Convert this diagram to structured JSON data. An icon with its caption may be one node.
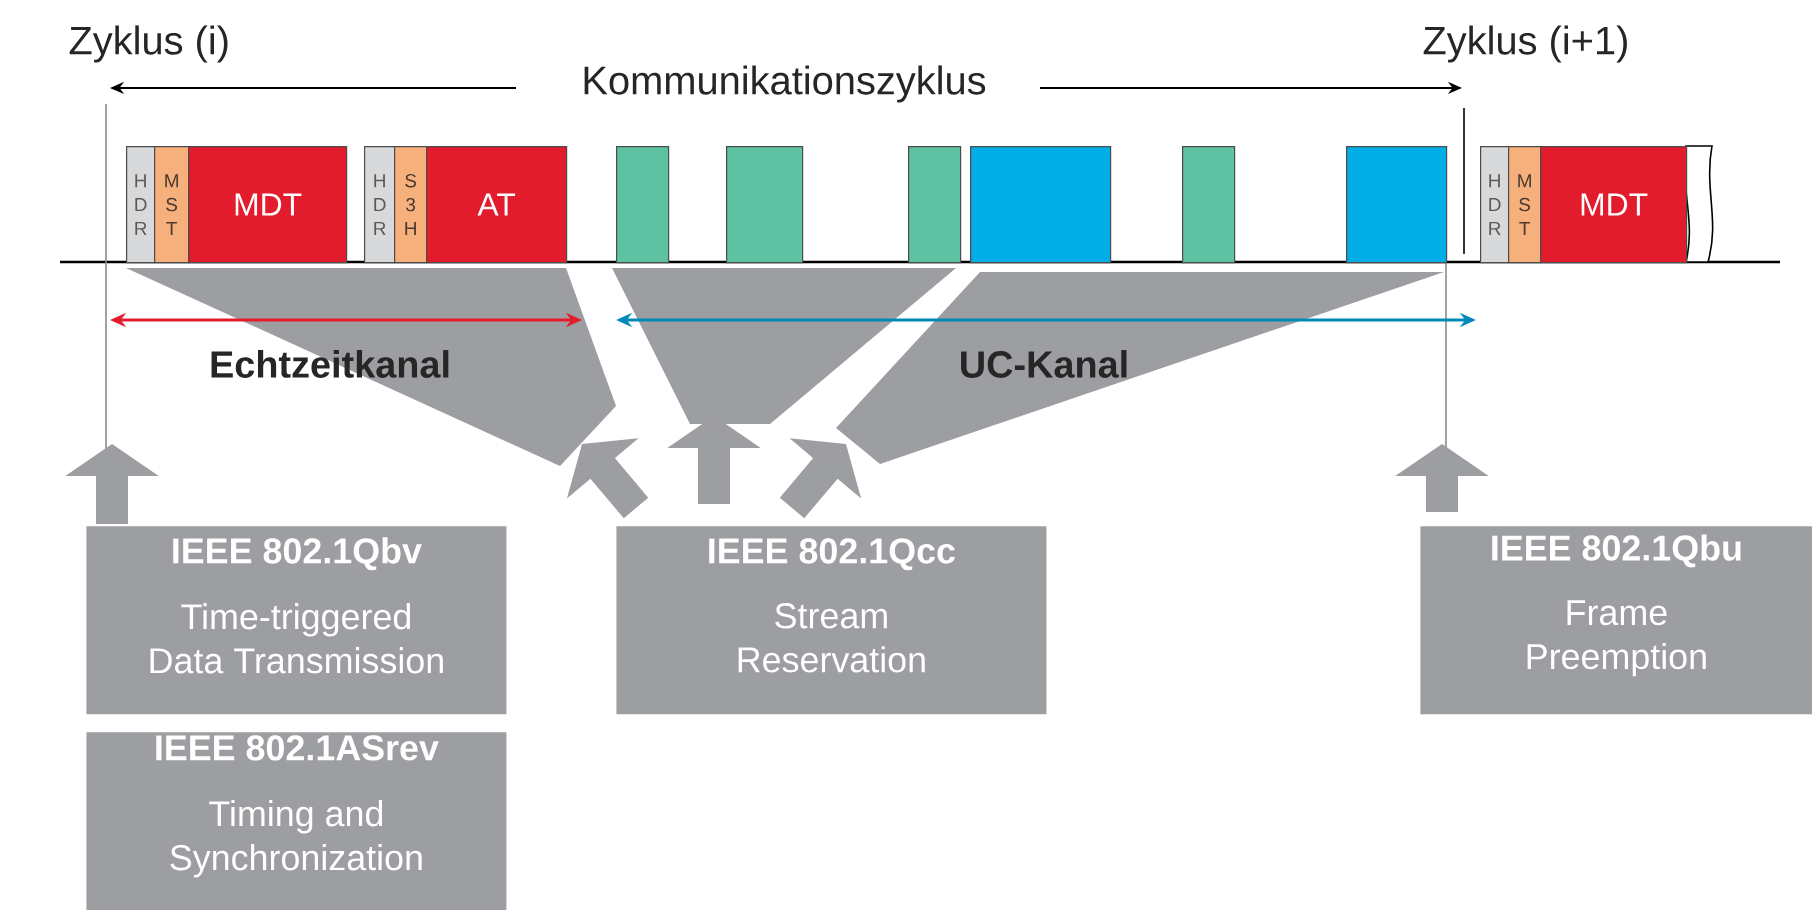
{
  "diagram": {
    "nodes": [
      {
        "text": [
          "HDR"
        ]
      },
      {
        "text": [
          "MST"
        ]
      },
      {
        "text": [
          "MDT"
        ]
      },
      {
        "text": [
          "HDR"
        ]
      },
      {
        "text": [
          "S3H"
        ]
      },
      {
        "text": [
          "AT"
        ]
      },
      {
        "text": [],
        "shape": "box"
      },
      {
        "text": [],
        "shape": "box"
      },
      {
        "text": [],
        "shape": "box"
      },
      {
        "text": [],
        "shape": "box"
      },
      {
        "text": [],
        "shape": "box"
      },
      {
        "text": [],
        "shape": "box"
      },
      {
        "text": [
          "HDR"
        ]
      },
      {
        "text": [
          "MST"
        ]
      },
      {
        "text": [
          "MDT"
        ]
      },
      {
        "text": [
          "IEEE 802.1Qbv",
          "Time-triggered Data Transmission"
        ]
      },
      {
        "text": [
          "IEEE 802.1ASrev",
          "Timing and Synchronization"
        ]
      },
      {
        "text": [
          "IEEE 802.1Qcc",
          "Stream Reservation"
        ]
      },
      {
        "text": [
          "IEEE 802.1Qbu",
          "Frame Preemption"
        ]
      },
      {
        "text": [],
        "shape": "funnel"
      },
      {
        "text": [],
        "shape": "funnel"
      },
      {
        "text": [],
        "shape": "funnel"
      }
    ],
    "edges": [
      {
        "from": 15,
        "to": null,
        "arrow": "to"
      },
      {
        "from": 17,
        "to": 19,
        "arrow": "to"
      },
      {
        "from": 17,
        "to": 20,
        "arrow": "to"
      },
      {
        "from": 17,
        "to": 21,
        "arrow": "to"
      },
      {
        "from": 18,
        "to": null,
        "arrow": "to"
      }
    ],
    "labels": [
      "Zyklus (i)",
      "Kommunikationszyklus",
      "Zyklus (i+1)",
      "Echtzeitkanal",
      "UC-Kanal"
    ]
  }
}
